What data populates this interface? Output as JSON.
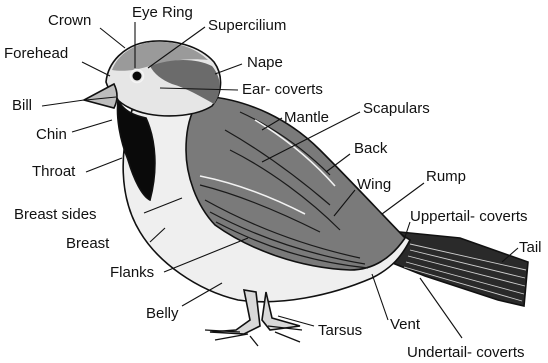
{
  "diagram": {
    "labels": {
      "crown": "Crown",
      "eye_ring": "Eye Ring",
      "supercilium": "Supercilium",
      "forehead": "Forehead",
      "nape": "Nape",
      "bill": "Bill",
      "ear_coverts": "Ear- coverts",
      "mantle": "Mantle",
      "scapulars": "Scapulars",
      "chin": "Chin",
      "back": "Back",
      "throat": "Throat",
      "rump": "Rump",
      "wing": "Wing",
      "uppertail_coverts": "Uppertail- coverts",
      "breast_sides": "Breast sides",
      "tail": "Tail",
      "breast": "Breast",
      "flanks": "Flanks",
      "vent": "Vent",
      "belly": "Belly",
      "tarsus": "Tarsus",
      "undertail_coverts": "Undertail- coverts"
    },
    "colors": {
      "ink": "#111111",
      "paper": "#ffffff",
      "crown_gray": "#9a9a9a",
      "nape_brown": "#6b6b6b",
      "bib_black": "#0a0a0a",
      "cheek_light": "#e6e6e6",
      "body_light": "#efefef",
      "wing_mid": "#7a7a7a",
      "tail_dark": "#2a2a2a"
    }
  }
}
